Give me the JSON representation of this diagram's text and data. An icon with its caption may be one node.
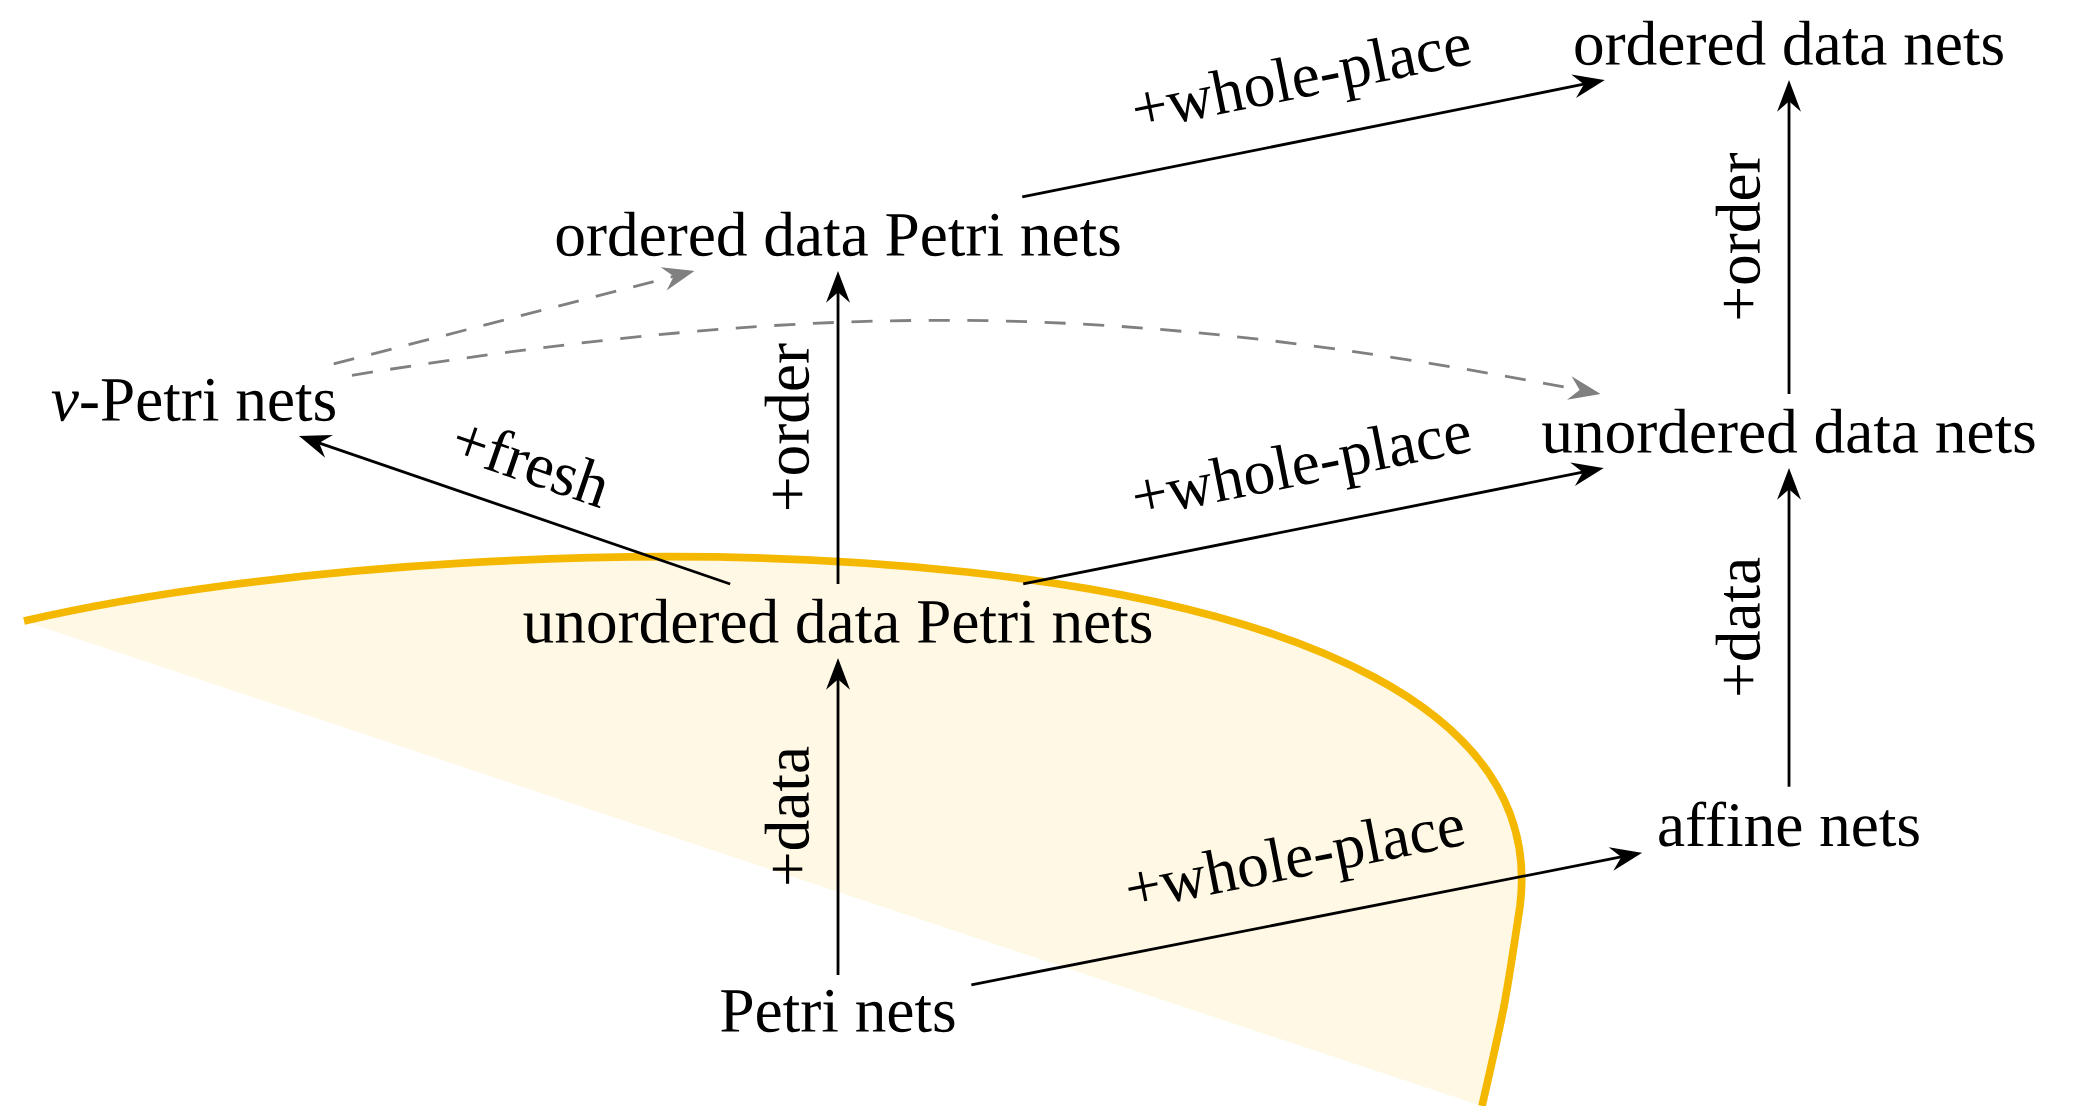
{
  "diagram": {
    "nodes": [
      {
        "text": [
          "*ν*-Petri nets"
        ]
      },
      {
        "text": [
          "ordered data Petri nets"
        ]
      },
      {
        "text": [
          "ordered data nets"
        ]
      },
      {
        "text": [
          "unordered data nets"
        ]
      },
      {
        "text": [
          "unordered data Petri nets"
        ]
      },
      {
        "text": [
          "affine nets"
        ]
      },
      {
        "text": [
          "Petri nets"
        ]
      }
    ],
    "edges": [
      {
        "from": 0,
        "to": 1,
        "arrow": "to",
        "style": "dashed",
        "color": "#808080"
      },
      {
        "from": 0,
        "to": 3,
        "arrow": "to",
        "style": "dashed",
        "color": "#808080"
      },
      {
        "from": 4,
        "to": 0,
        "arrow": "to",
        "label": "+fresh"
      },
      {
        "from": 4,
        "to": 1,
        "arrow": "to",
        "label": "+order"
      },
      {
        "from": 4,
        "to": 3,
        "arrow": "to",
        "label": "+whole-place"
      },
      {
        "from": 1,
        "to": 2,
        "arrow": "to",
        "label": "+whole-place"
      },
      {
        "from": 3,
        "to": 2,
        "arrow": "to",
        "label": "+order"
      },
      {
        "from": 5,
        "to": 3,
        "arrow": "to",
        "label": "+data"
      },
      {
        "from": 6,
        "to": 4,
        "arrow": "to",
        "label": "+data"
      },
      {
        "from": 6,
        "to": 5,
        "arrow": "to",
        "label": "+whole-place"
      }
    ]
  }
}
